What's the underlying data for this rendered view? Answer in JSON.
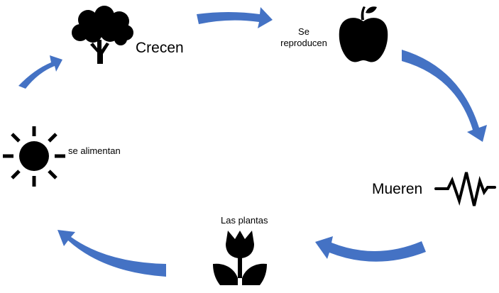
{
  "diagram": {
    "accent_color": "#4472C4",
    "stages": [
      {
        "icon": "tree-icon",
        "label": "Crecen"
      },
      {
        "icon": "apple-icon",
        "label": "Se reproducen"
      },
      {
        "icon": "heartbeat-icon",
        "label": "Mueren"
      },
      {
        "icon": "tulip-icon",
        "label": "Las plantas"
      },
      {
        "icon": "sun-icon",
        "label": "se alimentan"
      }
    ]
  }
}
